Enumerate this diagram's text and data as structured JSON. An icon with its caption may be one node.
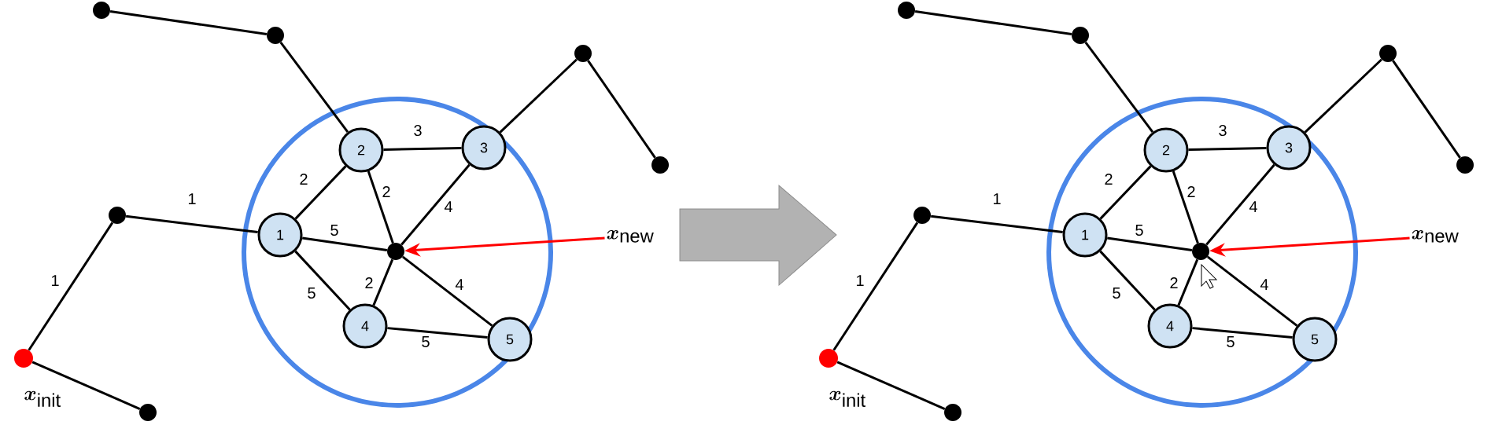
{
  "diagram": {
    "nodes": [
      {
        "text": [],
        "shape": "circle"
      },
      {
        "text": [],
        "shape": "circle"
      },
      {
        "text": [],
        "shape": "circle"
      },
      {
        "text": [],
        "shape": "circle"
      },
      {
        "text": [],
        "shape": "circle"
      },
      {
        "text": [],
        "shape": "circle",
        "beside": [
          "\\boldsymbol{x}_{\\text{init}}"
        ]
      },
      {
        "text": [],
        "shape": "circle"
      },
      {
        "text": [
          "1"
        ]
      },
      {
        "text": [
          "2"
        ]
      },
      {
        "text": [
          "3"
        ]
      },
      {
        "text": [
          "4"
        ]
      },
      {
        "text": [
          "5"
        ]
      },
      {
        "text": [],
        "shape": "circle"
      },
      {
        "text": [
          "\\boldsymbol{x}_{\\text{new}}"
        ]
      },
      {
        "text": [],
        "shape": "circle"
      },
      {
        "text": [],
        "shape": "circle"
      },
      {
        "text": [],
        "shape": "circle"
      },
      {
        "text": [],
        "shape": "circle"
      },
      {
        "text": [],
        "shape": "circle"
      },
      {
        "text": [],
        "shape": "circle",
        "beside": [
          "\\boldsymbol{x}_{\\text{init}}"
        ]
      },
      {
        "text": [],
        "shape": "circle"
      },
      {
        "text": [
          "1"
        ]
      },
      {
        "text": [
          "2"
        ]
      },
      {
        "text": [
          "3"
        ]
      },
      {
        "text": [
          "4"
        ]
      },
      {
        "text": [
          "5"
        ]
      },
      {
        "text": [],
        "shape": "circle"
      },
      {
        "text": [
          "\\boldsymbol{x}_{\\text{new}}"
        ]
      }
    ],
    "edges": [
      {
        "from": 0,
        "to": 1,
        "arrow": "none"
      },
      {
        "from": 1,
        "to": 8,
        "arrow": "none"
      },
      {
        "from": 9,
        "to": 2,
        "arrow": "none"
      },
      {
        "from": 2,
        "to": 3,
        "arrow": "none"
      },
      {
        "from": 4,
        "to": 7,
        "arrow": "none",
        "label": "1"
      },
      {
        "from": 5,
        "to": 4,
        "arrow": "none",
        "label": "1"
      },
      {
        "from": 5,
        "to": 6,
        "arrow": "none"
      },
      {
        "from": 7,
        "to": 8,
        "arrow": "none",
        "label": "2"
      },
      {
        "from": 8,
        "to": 9,
        "arrow": "none",
        "label": "3"
      },
      {
        "from": 8,
        "to": 12,
        "arrow": "none",
        "label": "2"
      },
      {
        "from": 9,
        "to": 12,
        "arrow": "none",
        "label": "4"
      },
      {
        "from": 7,
        "to": 12,
        "arrow": "none",
        "label": "5"
      },
      {
        "from": 7,
        "to": 10,
        "arrow": "none",
        "label": "5"
      },
      {
        "from": 10,
        "to": 12,
        "arrow": "none",
        "label": "2"
      },
      {
        "from": 12,
        "to": 11,
        "arrow": "none",
        "label": "4"
      },
      {
        "from": 10,
        "to": 11,
        "arrow": "none",
        "label": "5"
      },
      {
        "from": 13,
        "to": 12,
        "arrow": "to",
        "color": "#ff0000"
      },
      {
        "from": 14,
        "to": 15,
        "arrow": "none"
      },
      {
        "from": 15,
        "to": 22,
        "arrow": "none"
      },
      {
        "from": 23,
        "to": 16,
        "arrow": "none"
      },
      {
        "from": 16,
        "to": 17,
        "arrow": "none"
      },
      {
        "from": 18,
        "to": 21,
        "arrow": "none",
        "label": "1"
      },
      {
        "from": 19,
        "to": 18,
        "arrow": "none",
        "label": "1"
      },
      {
        "from": 19,
        "to": 20,
        "arrow": "none"
      },
      {
        "from": 21,
        "to": 22,
        "arrow": "none",
        "label": "2"
      },
      {
        "from": 22,
        "to": 23,
        "arrow": "none",
        "label": "3"
      },
      {
        "from": 22,
        "to": 26,
        "arrow": "none",
        "label": "2"
      },
      {
        "from": 23,
        "to": 26,
        "arrow": "none",
        "label": "4"
      },
      {
        "from": 21,
        "to": 26,
        "arrow": "none",
        "label": "5"
      },
      {
        "from": 21,
        "to": 24,
        "arrow": "none",
        "label": "5"
      },
      {
        "from": 24,
        "to": 26,
        "arrow": "none",
        "label": "2"
      },
      {
        "from": 26,
        "to": 25,
        "arrow": "none",
        "label": "4"
      },
      {
        "from": 24,
        "to": 25,
        "arrow": "none",
        "label": "5"
      },
      {
        "from": 27,
        "to": 26,
        "arrow": "to",
        "color": "#ff0000"
      }
    ]
  }
}
